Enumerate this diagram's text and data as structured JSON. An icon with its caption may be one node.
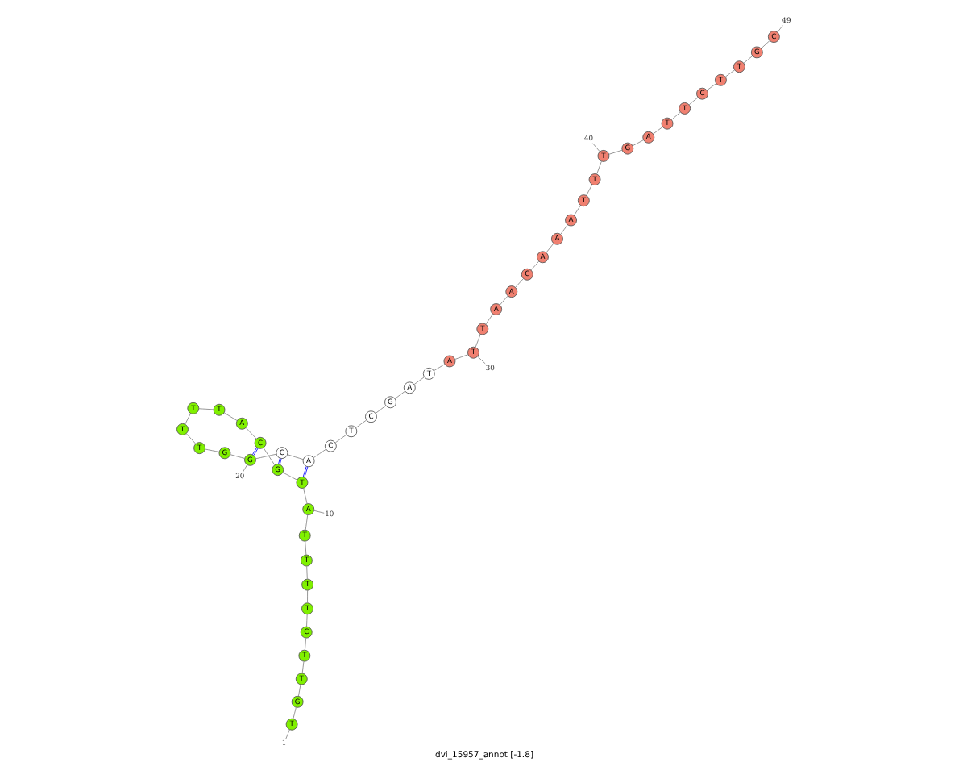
{
  "diagram": {
    "caption": "dvi_15957_annot [-1.8]",
    "nodes": [
      {
        "text": [
          "T"
        ]
      },
      {
        "text": [
          "G"
        ]
      },
      {
        "text": [
          "T"
        ]
      },
      {
        "text": [
          "T"
        ]
      },
      {
        "text": [
          "C"
        ]
      },
      {
        "text": [
          "T"
        ]
      },
      {
        "text": [
          "T"
        ]
      },
      {
        "text": [
          "T"
        ]
      },
      {
        "text": [
          "T"
        ]
      },
      {
        "text": [
          "A"
        ]
      },
      {
        "text": [
          "T"
        ]
      },
      {
        "text": [
          "G"
        ]
      },
      {
        "text": [
          "C"
        ]
      },
      {
        "text": [
          "A"
        ]
      },
      {
        "text": [
          "T"
        ]
      },
      {
        "text": [
          "T"
        ]
      },
      {
        "text": [
          "T"
        ]
      },
      {
        "text": [
          "T"
        ]
      },
      {
        "text": [
          "G"
        ]
      },
      {
        "text": [
          "G"
        ]
      },
      {
        "text": [
          "C"
        ]
      },
      {
        "text": [
          "A"
        ]
      },
      {
        "text": [
          "C"
        ]
      },
      {
        "text": [
          "T"
        ]
      },
      {
        "text": [
          "C"
        ]
      },
      {
        "text": [
          "G"
        ]
      },
      {
        "text": [
          "A"
        ]
      },
      {
        "text": [
          "T"
        ]
      },
      {
        "text": [
          "A"
        ]
      },
      {
        "text": [
          "T"
        ]
      },
      {
        "text": [
          "T"
        ]
      },
      {
        "text": [
          "A"
        ]
      },
      {
        "text": [
          "A"
        ]
      },
      {
        "text": [
          "C"
        ]
      },
      {
        "text": [
          "A"
        ]
      },
      {
        "text": [
          "A"
        ]
      },
      {
        "text": [
          "A"
        ]
      },
      {
        "text": [
          "T"
        ]
      },
      {
        "text": [
          "T"
        ]
      },
      {
        "text": [
          "T"
        ]
      },
      {
        "text": [
          "G"
        ]
      },
      {
        "text": [
          "A"
        ]
      },
      {
        "text": [
          "T"
        ]
      },
      {
        "text": [
          "T"
        ]
      },
      {
        "text": [
          "C"
        ]
      },
      {
        "text": [
          "T"
        ]
      },
      {
        "text": [
          "T"
        ]
      },
      {
        "text": [
          "G"
        ]
      },
      {
        "text": [
          "C"
        ]
      },
      {
        "text": [
          "30"
        ]
      },
      {
        "text": [
          "20"
        ]
      },
      {
        "text": [
          "10"
        ]
      },
      {
        "text": [
          "40"
        ]
      },
      {
        "text": [
          "1"
        ]
      },
      {
        "text": [
          "49"
        ]
      }
    ],
    "edges": [
      {
        "from": 0,
        "to": 1,
        "arrow": "none"
      },
      {
        "from": 1,
        "to": 2,
        "arrow": "none"
      },
      {
        "from": 2,
        "to": 3,
        "arrow": "none"
      },
      {
        "from": 3,
        "to": 4,
        "arrow": "none"
      },
      {
        "from": 4,
        "to": 5,
        "arrow": "none"
      },
      {
        "from": 5,
        "to": 6,
        "arrow": "none"
      },
      {
        "from": 6,
        "to": 7,
        "arrow": "none"
      },
      {
        "from": 7,
        "to": 8,
        "arrow": "none"
      },
      {
        "from": 8,
        "to": 9,
        "arrow": "none"
      },
      {
        "from": 9,
        "to": 10,
        "arrow": "none"
      },
      {
        "from": 10,
        "to": 11,
        "arrow": "none"
      },
      {
        "from": 11,
        "to": 12,
        "arrow": "none"
      },
      {
        "from": 12,
        "to": 13,
        "arrow": "none"
      },
      {
        "from": 13,
        "to": 14,
        "arrow": "none"
      },
      {
        "from": 14,
        "to": 15,
        "arrow": "none"
      },
      {
        "from": 15,
        "to": 16,
        "arrow": "none"
      },
      {
        "from": 16,
        "to": 17,
        "arrow": "none"
      },
      {
        "from": 17,
        "to": 18,
        "arrow": "none"
      },
      {
        "from": 18,
        "to": 19,
        "arrow": "none"
      },
      {
        "from": 19,
        "to": 20,
        "arrow": "none"
      },
      {
        "from": 20,
        "to": 21,
        "arrow": "none"
      },
      {
        "from": 21,
        "to": 22,
        "arrow": "none"
      },
      {
        "from": 22,
        "to": 23,
        "arrow": "none"
      },
      {
        "from": 23,
        "to": 24,
        "arrow": "none"
      },
      {
        "from": 24,
        "to": 25,
        "arrow": "none"
      },
      {
        "from": 25,
        "to": 26,
        "arrow": "none"
      },
      {
        "from": 26,
        "to": 27,
        "arrow": "none"
      },
      {
        "from": 27,
        "to": 28,
        "arrow": "none"
      },
      {
        "from": 28,
        "to": 29,
        "arrow": "none"
      },
      {
        "from": 29,
        "to": 30,
        "arrow": "none"
      },
      {
        "from": 30,
        "to": 31,
        "arrow": "none"
      },
      {
        "from": 31,
        "to": 32,
        "arrow": "none"
      },
      {
        "from": 32,
        "to": 33,
        "arrow": "none"
      },
      {
        "from": 33,
        "to": 34,
        "arrow": "none"
      },
      {
        "from": 34,
        "to": 35,
        "arrow": "none"
      },
      {
        "from": 35,
        "to": 36,
        "arrow": "none"
      },
      {
        "from": 36,
        "to": 37,
        "arrow": "none"
      },
      {
        "from": 37,
        "to": 38,
        "arrow": "none"
      },
      {
        "from": 38,
        "to": 39,
        "arrow": "none"
      },
      {
        "from": 39,
        "to": 40,
        "arrow": "none"
      },
      {
        "from": 40,
        "to": 41,
        "arrow": "none"
      },
      {
        "from": 41,
        "to": 42,
        "arrow": "none"
      },
      {
        "from": 42,
        "to": 43,
        "arrow": "none"
      },
      {
        "from": 43,
        "to": 44,
        "arrow": "none"
      },
      {
        "from": 44,
        "to": 45,
        "arrow": "none"
      },
      {
        "from": 45,
        "to": 46,
        "arrow": "none"
      },
      {
        "from": 46,
        "to": 47,
        "arrow": "none"
      },
      {
        "from": 47,
        "to": 48,
        "arrow": "none"
      },
      {
        "from": 10,
        "to": 21,
        "arrow": "none",
        "color": "#0000ff"
      },
      {
        "from": 11,
        "to": 20,
        "arrow": "none",
        "color": "#0000ff"
      },
      {
        "from": 12,
        "to": 19,
        "arrow": "none",
        "color": "#0000ff"
      },
      {
        "from": 49,
        "to": 29,
        "arrow": "none"
      },
      {
        "from": 50,
        "to": 19,
        "arrow": "none"
      },
      {
        "from": 51,
        "to": 9,
        "arrow": "none"
      },
      {
        "from": 52,
        "to": 39,
        "arrow": "none"
      },
      {
        "from": 53,
        "to": 0,
        "arrow": "none"
      },
      {
        "from": 54,
        "to": 48,
        "arrow": "none"
      }
    ]
  }
}
